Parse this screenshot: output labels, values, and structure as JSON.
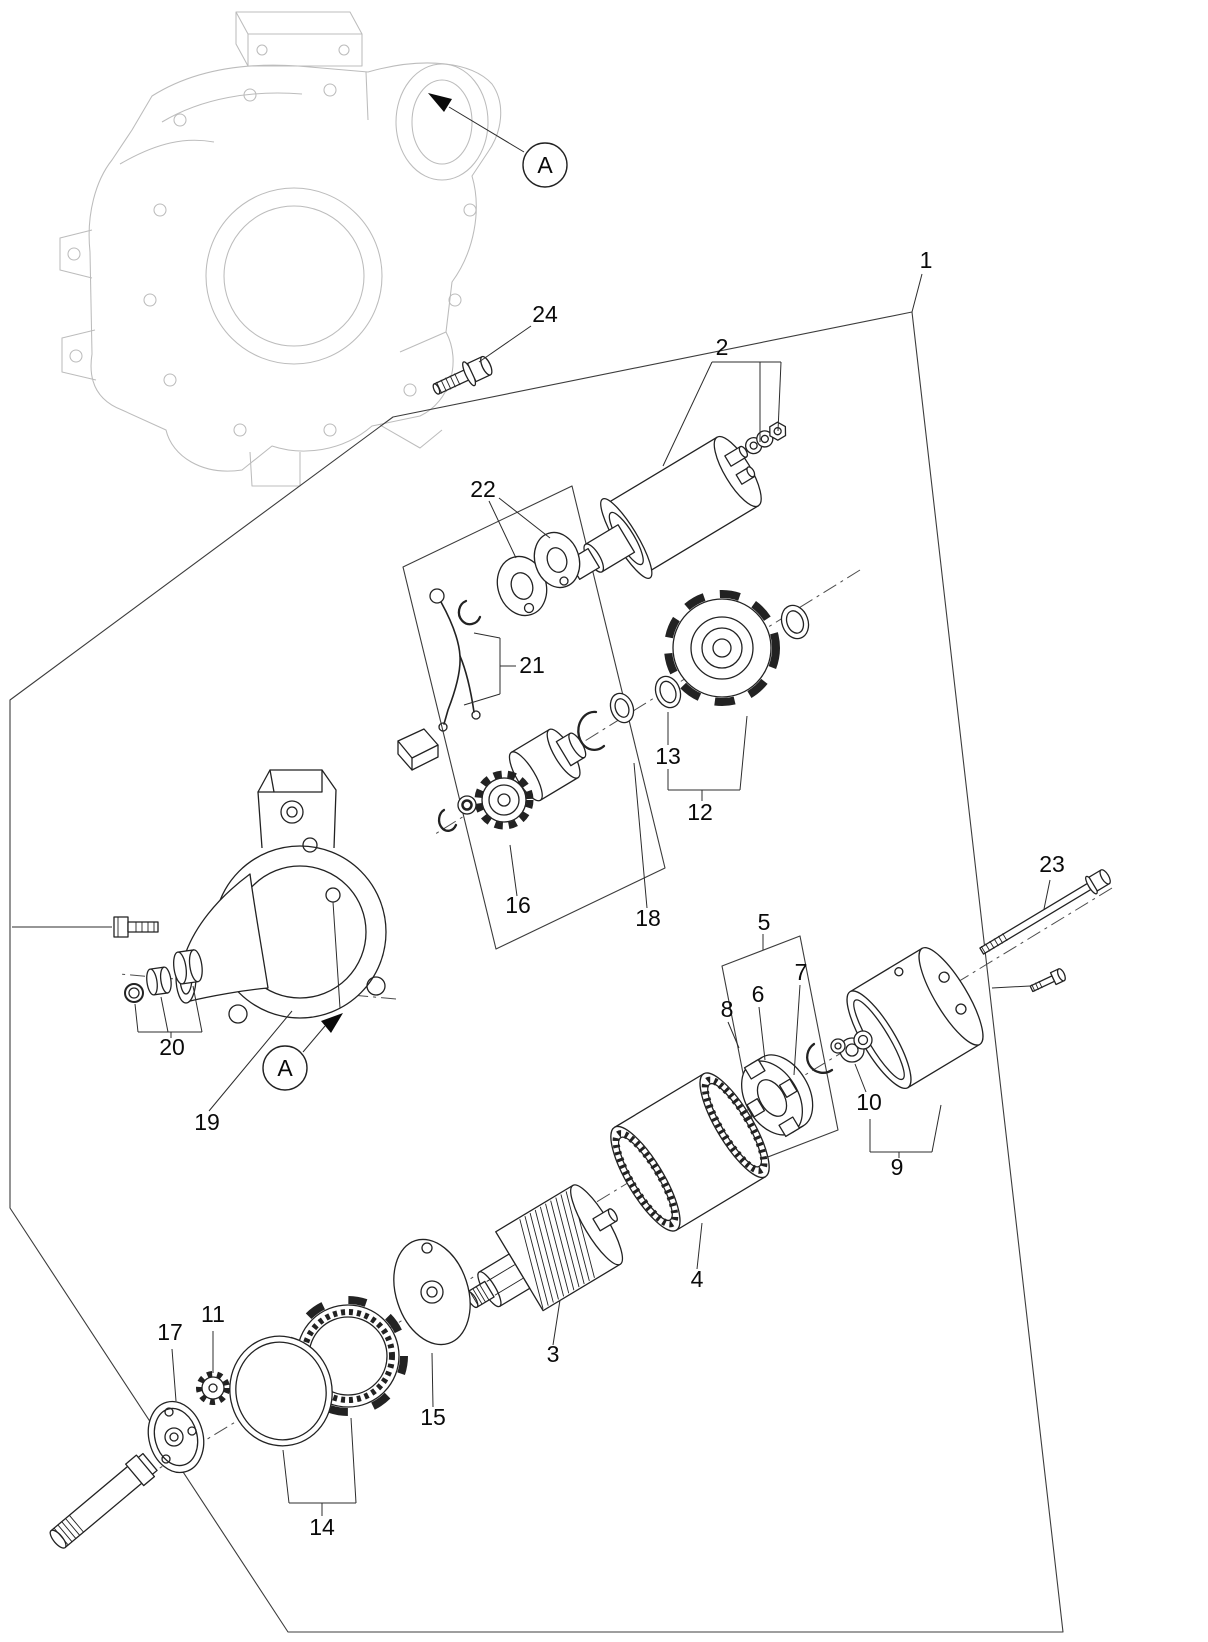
{
  "figure": {
    "type": "exploded-parts-diagram",
    "callouts": {
      "n1": "1",
      "n2": "2",
      "n3": "3",
      "n4": "4",
      "n5": "5",
      "n6": "6",
      "n7": "7",
      "n8": "8",
      "n9": "9",
      "n10": "10",
      "n11": "11",
      "n12": "12",
      "n13": "13",
      "n14": "14",
      "n15": "15",
      "n16": "16",
      "n17": "17",
      "n18": "18",
      "n19": "19",
      "n20": "20",
      "n21": "21",
      "n22": "22",
      "n23": "23",
      "n24": "24"
    },
    "view_labels": {
      "top": "A",
      "mid": "A"
    }
  }
}
